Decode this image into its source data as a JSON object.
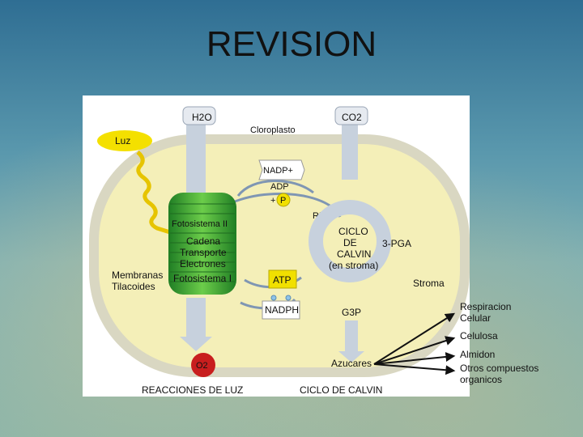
{
  "slide_title": "REVISION",
  "labels": {
    "h2o": "H2O",
    "co2": "CO2",
    "luz": "Luz",
    "cloroplasto": "Cloroplasto",
    "nadp_plus": "NADP+",
    "adp": "ADP",
    "plus_p_plus": "+",
    "p": "P",
    "rubp": "RUBP",
    "fotosistema_ii": "Fotosistema II",
    "cadena_1": "Cadena",
    "cadena_2": "Transporte",
    "cadena_3": "Electrones",
    "fotosistema_i": "Fotosistema I",
    "membranas_1": "Membranas",
    "membranas_2": "Tilacoides",
    "ciclo_1": "CICLO",
    "ciclo_2": "DE",
    "ciclo_3": "CALVIN",
    "ciclo_4": "(en stroma)",
    "pga": "3-PGA",
    "stroma": "Stroma",
    "atp": "ATP",
    "nadph": "NADPH",
    "g3p": "G3P",
    "o2": "O2",
    "azucares": "Azucares",
    "reacciones_luz": "REACCIONES DE LUZ",
    "ciclo_calvin": "CICLO DE CALVIN",
    "respiracion_1": "Respiracion",
    "respiracion_2": "Celular",
    "celulosa": "Celulosa",
    "almidon": "Almidon",
    "otros_1": "Otros compuestos",
    "otros_2": "organicos"
  },
  "colors": {
    "outer_membrane": "#d9d7c2",
    "stroma": "#f4efb8",
    "thylakoid_green": "#2e9b2e",
    "thylakoid_light": "#7dd45a",
    "arrow_blue": "#7f96b3",
    "atp_yellow": "#f1e000",
    "o2_red": "#c81e1e",
    "luz_yellow": "#f4e000"
  }
}
